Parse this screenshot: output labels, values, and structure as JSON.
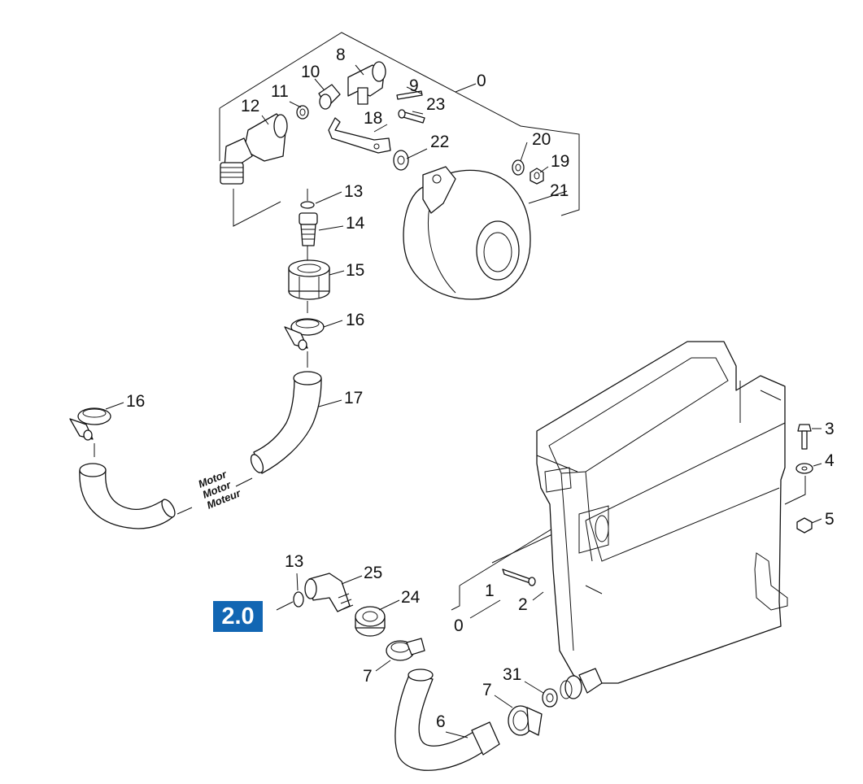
{
  "section_badge": "2.0",
  "hose_note": [
    "Motor",
    "Motor",
    "Moteur"
  ],
  "callouts": [
    "0",
    "1",
    "2",
    "3",
    "4",
    "5",
    "6",
    "7",
    "8",
    "9",
    "10",
    "11",
    "12",
    "13",
    "14",
    "15",
    "16",
    "17",
    "18",
    "19",
    "20",
    "21",
    "22",
    "23",
    "24",
    "25",
    "31"
  ],
  "colors": {
    "badge": "#1266b3",
    "line": "#111111"
  }
}
